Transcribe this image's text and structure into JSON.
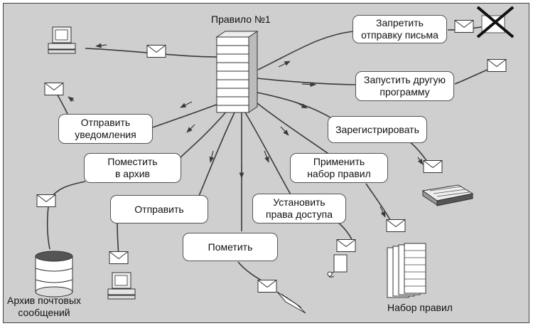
{
  "title": "Правило №1",
  "actions": {
    "block_send": "Запретить\nотправку письма",
    "run_program": "Запустить другую\nпрограмму",
    "register": "Зарегистрировать",
    "apply_ruleset": "Применить\nнабор правил",
    "set_permissions": "Установить\nправа доступа",
    "mark": "Пометить",
    "send": "Отправить",
    "archive": "Поместить\nв архив",
    "notify": "Отправить\nуведомления"
  },
  "labels": {
    "mail_archive": "Архив почтовых\nсообщений",
    "ruleset": "Набор правил"
  },
  "icons": [
    "envelope-icon",
    "computer-icon",
    "server-rack-icon",
    "cross-icon",
    "printer-icon",
    "database-icon",
    "lock-icon",
    "document-stack-icon",
    "tag-icon"
  ],
  "colors": {
    "background": "#cfcfcf",
    "box": "#ffffff",
    "line": "#3a3a3a"
  }
}
